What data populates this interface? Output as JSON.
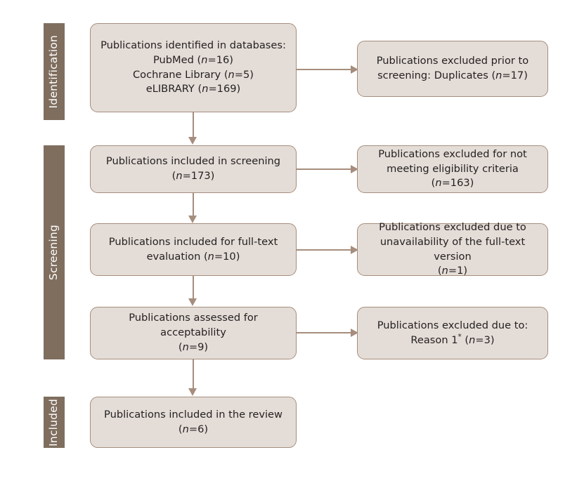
{
  "figure": {
    "type": "prisma-flow-diagram",
    "background_color": "#ffffff",
    "box_fill_color": "#e4ddd7",
    "box_border_color": "#a68d7d",
    "stage_bar_color": "#7f6e5e",
    "stage_bar_text_color": "#ffffff",
    "text_color": "#231f20"
  },
  "stages": [
    {
      "id": "identification",
      "label": "Identification"
    },
    {
      "id": "screening",
      "label": "Screening"
    },
    {
      "id": "included",
      "label": "Included"
    }
  ],
  "nodes": {
    "identified": {
      "id": "identified",
      "stage": "identification",
      "lines": [
        "Publications identified in databases:",
        "PubMed (n=16)",
        "Cochrane Library (n=5)",
        "eLIBRARY (n=169)"
      ],
      "counts": {
        "PubMed": 16,
        "Cochrane Library": 5,
        "eLIBRARY": 169
      }
    },
    "excluded_duplicates": {
      "id": "excluded_duplicates",
      "stage": "identification",
      "lines": [
        "Publications excluded prior to",
        "screening: Duplicates (n=17)"
      ],
      "count": 17
    },
    "screening_included": {
      "id": "screening_included",
      "stage": "screening",
      "lines": [
        "Publications included in screening",
        "(n=173)"
      ],
      "count": 173
    },
    "excluded_eligibility": {
      "id": "excluded_eligibility",
      "stage": "screening",
      "lines": [
        "Publications excluded for not",
        "meeting eligibility criteria (n=163)"
      ],
      "count": 163
    },
    "fulltext_included": {
      "id": "fulltext_included",
      "stage": "screening",
      "lines": [
        "Publications included for full-text",
        "evaluation (n=10)"
      ],
      "count": 10
    },
    "excluded_unavailable": {
      "id": "excluded_unavailable",
      "stage": "screening",
      "lines": [
        "Publications excluded due to",
        "unavailability of the full-text version",
        "(n=1)"
      ],
      "count": 1
    },
    "assessed_acceptability": {
      "id": "assessed_acceptability",
      "stage": "screening",
      "lines": [
        "Publications assessed for acceptability",
        "(n=9)"
      ],
      "count": 9
    },
    "excluded_reasons": {
      "id": "excluded_reasons",
      "stage": "screening",
      "lines": [
        "Publications excluded due to:",
        "Reason 1* (n=3)"
      ],
      "count": 3
    },
    "review_included": {
      "id": "review_included",
      "stage": "included",
      "lines": [
        "Publications included in the review",
        "(n=6)"
      ],
      "count": 6
    }
  },
  "flow": [
    {
      "from": "identified",
      "to": "excluded_duplicates",
      "direction": "right"
    },
    {
      "from": "identified",
      "to": "screening_included",
      "direction": "down"
    },
    {
      "from": "screening_included",
      "to": "excluded_eligibility",
      "direction": "right"
    },
    {
      "from": "screening_included",
      "to": "fulltext_included",
      "direction": "down"
    },
    {
      "from": "fulltext_included",
      "to": "excluded_unavailable",
      "direction": "right"
    },
    {
      "from": "fulltext_included",
      "to": "assessed_acceptability",
      "direction": "down"
    },
    {
      "from": "assessed_acceptability",
      "to": "excluded_reasons",
      "direction": "right"
    },
    {
      "from": "assessed_acceptability",
      "to": "review_included",
      "direction": "down"
    }
  ]
}
